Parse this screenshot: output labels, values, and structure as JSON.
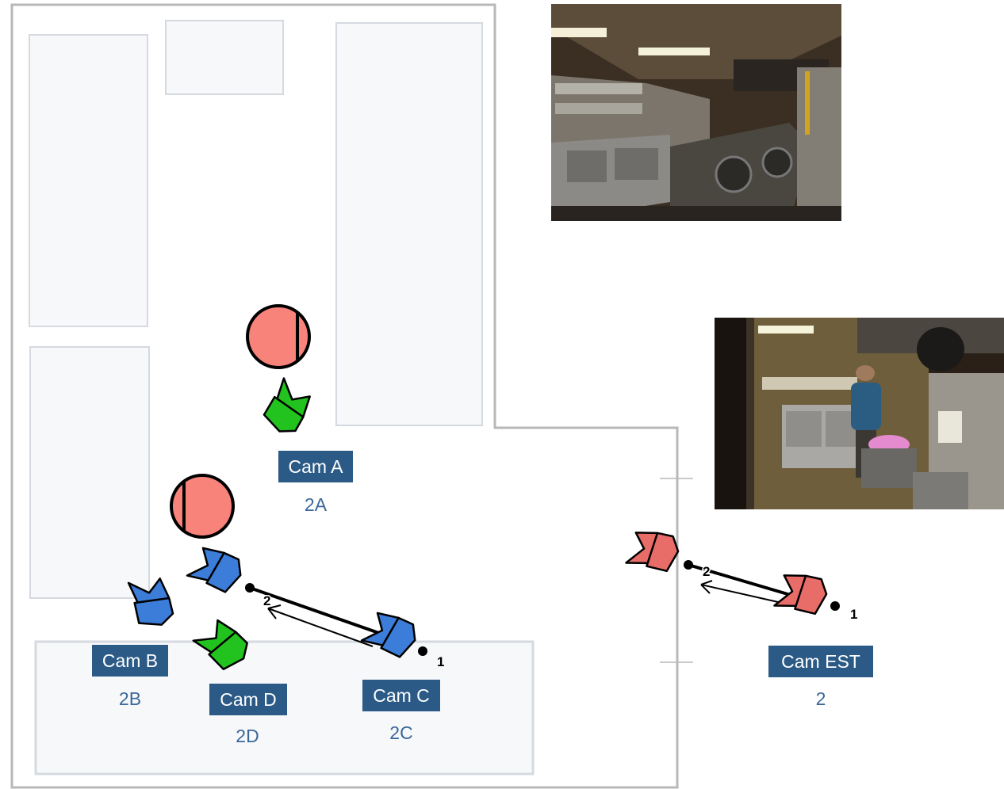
{
  "cameras": [
    {
      "id": "cam-a",
      "label": "Cam A",
      "code": "2A",
      "color": "#22c21f"
    },
    {
      "id": "cam-b",
      "label": "Cam B",
      "code": "2B",
      "color": "#3b7dd8"
    },
    {
      "id": "cam-c",
      "label": "Cam C",
      "code": "2C",
      "color": "#3b7dd8"
    },
    {
      "id": "cam-d",
      "label": "Cam D",
      "code": "2D",
      "color": "#22c21f"
    },
    {
      "id": "cam-est",
      "label": "Cam EST",
      "code": "2",
      "color": "#e86c68"
    }
  ],
  "move_markers": {
    "start": "1",
    "end": "2"
  },
  "colors": {
    "label_bg": "#2b5a86",
    "code_text": "#3a679a",
    "subject_fill": "#f8837b",
    "wall": "#b8b8b8",
    "fixture_fill": "#f7f8fa",
    "fixture_border": "#d5dae0"
  },
  "icons": [
    "camera-icon",
    "subject-icon",
    "move-arrow-icon",
    "kitchen-photo"
  ]
}
